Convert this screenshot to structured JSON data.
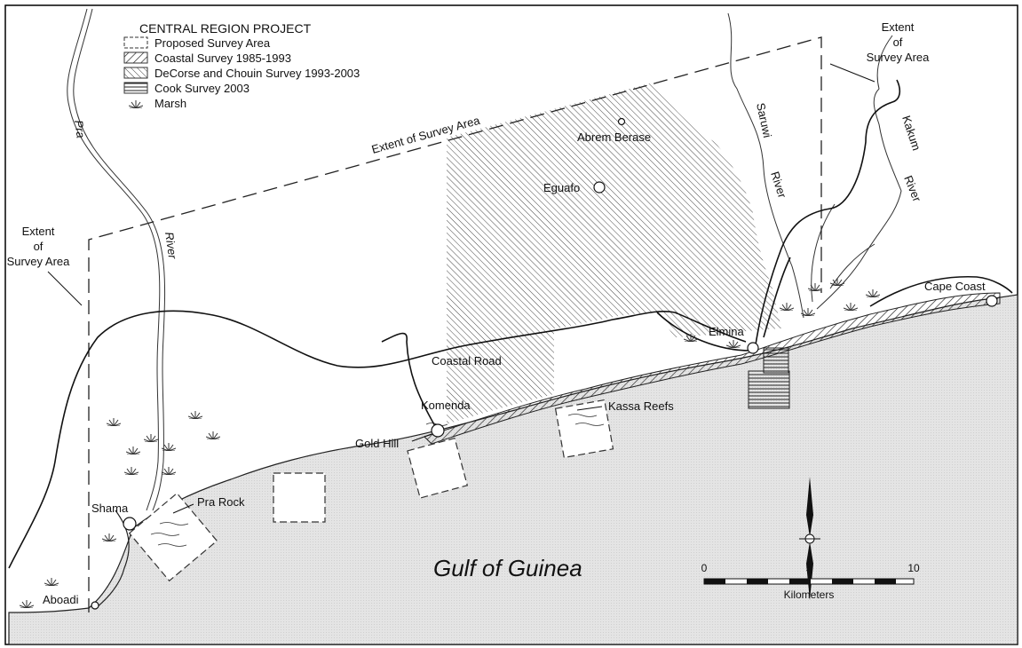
{
  "legend": {
    "title": "CENTRAL REGION PROJECT",
    "items": [
      {
        "key": "proposed",
        "label": "Proposed Survey Area"
      },
      {
        "key": "coastal",
        "label": "Coastal Survey 1985-1993"
      },
      {
        "key": "decorse",
        "label": "DeCorse and Chouin Survey 1993-2003"
      },
      {
        "key": "cook",
        "label": "Cook Survey 2003"
      },
      {
        "key": "marsh",
        "label": "Marsh"
      }
    ]
  },
  "labels": {
    "extent_right": [
      "Extent",
      "of",
      "Survey Area"
    ],
    "extent_left": [
      "Extent",
      "of",
      "Survey Area"
    ],
    "extent_top": "Extent of Survey Area",
    "river_pra_upper": "Pra",
    "river_pra_lower": "River",
    "river_saruwi_upper": "Saruwi",
    "river_saruwi_lower": "River",
    "river_kakum_upper": "Kakum",
    "river_kakum_lower": "River",
    "abrem_berase": "Abrem Berase",
    "eguafo": "Eguafo",
    "cape_coast": "Cape Coast",
    "elmina": "Elmina",
    "coastal_road": "Coastal Road",
    "komenda": "Komenda",
    "kassa_reefs": "Kassa Reefs",
    "gold_hill": "Gold Hill",
    "shama": "Shama",
    "pra_rock": "Pra Rock",
    "aboadi": "Aboadi",
    "sea": "Gulf of Guinea"
  },
  "scale": {
    "ticks": [
      "0",
      "5",
      "10"
    ],
    "unit": "Kilometers"
  },
  "colors": {
    "ink": "#111111",
    "sea": "#e2e2e2",
    "frame": "#000000"
  }
}
